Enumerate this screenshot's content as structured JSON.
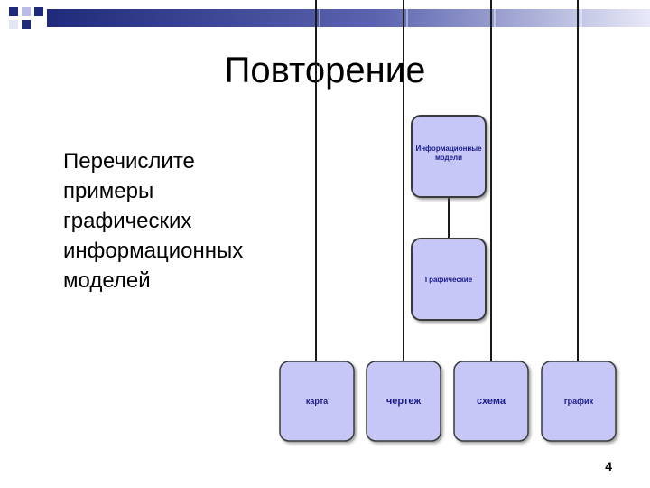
{
  "slide": {
    "title": "Повторение",
    "body_lines": [
      "Перечислите",
      "примеры",
      "графических",
      "информационных",
      "моделей"
    ],
    "page_number": "4"
  },
  "diagram": {
    "root": "Информационные модели",
    "middle": "Графические",
    "leaves": [
      "карта",
      "чертеж",
      "схема",
      "график"
    ]
  },
  "colors": {
    "deco_navy": "#1f2a7a",
    "node_light": "#c7c7f7",
    "node_border": "#3a3a3a",
    "connector": "#1a1a1a",
    "leaf_text": "#1a1a8c"
  }
}
